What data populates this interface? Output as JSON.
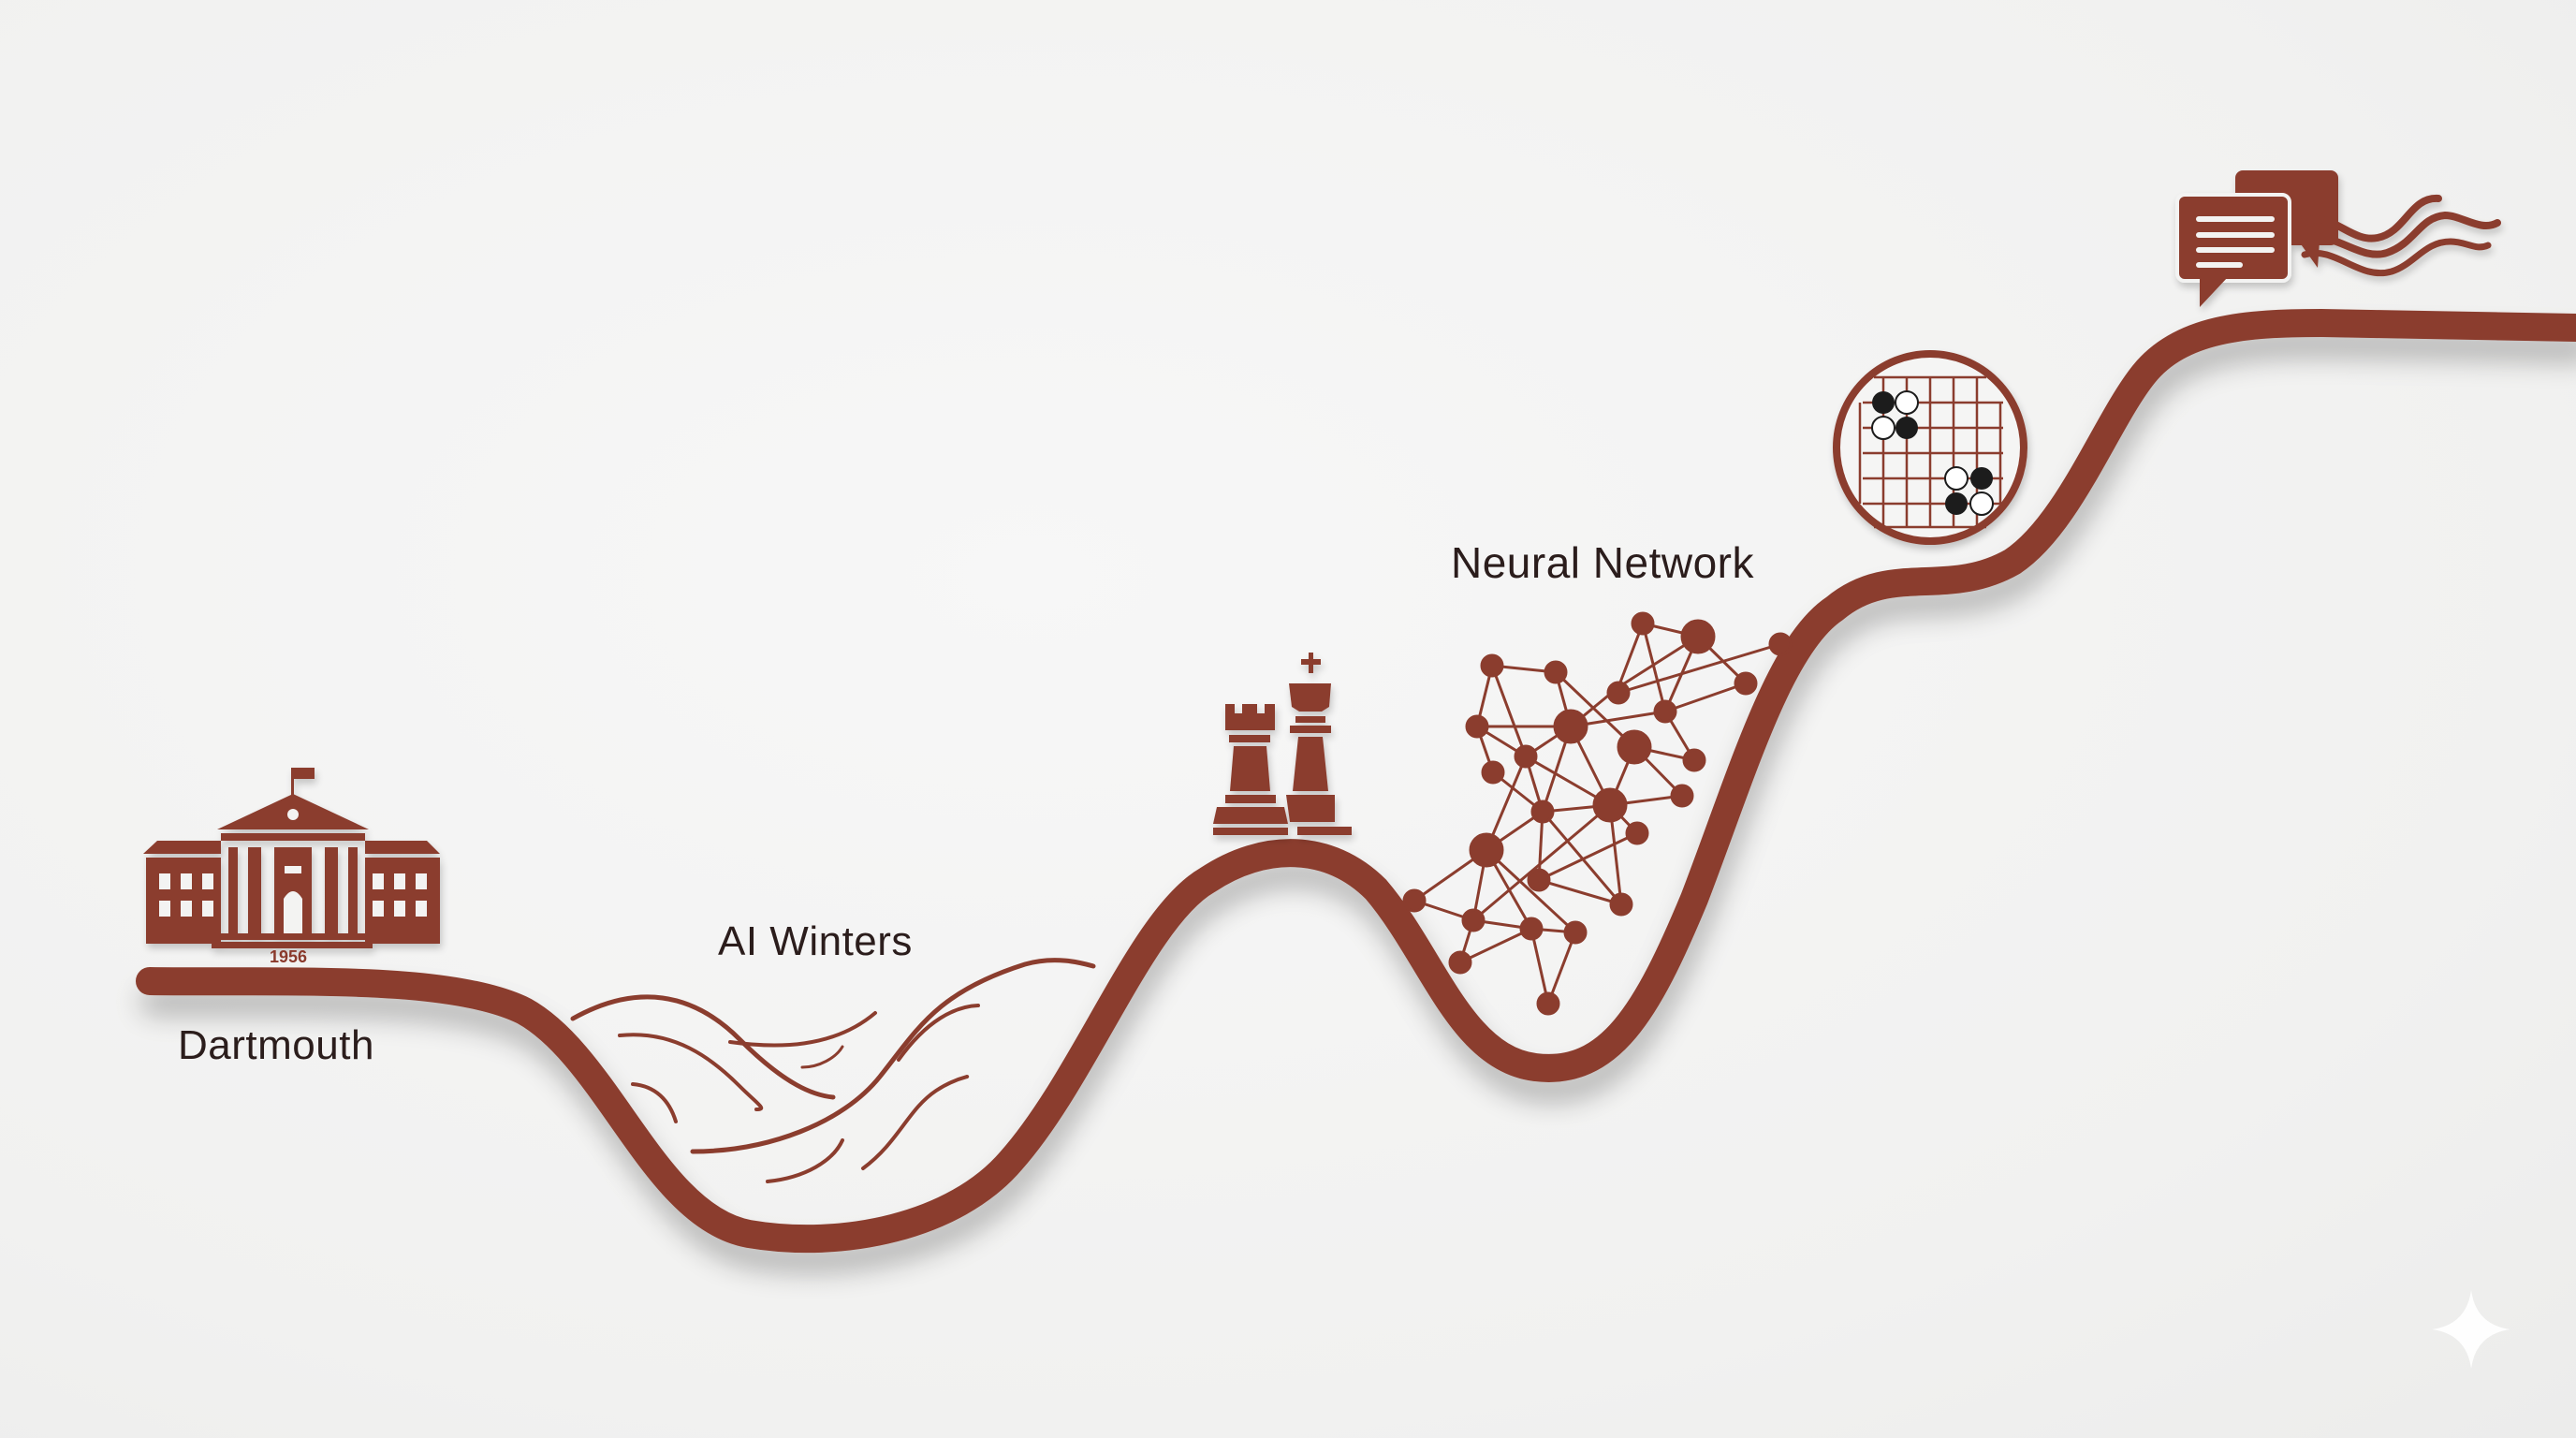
{
  "diagram": {
    "type": "timeline-curve",
    "accent_color": "#8b3d2e",
    "text_color": "#2b1d1c",
    "background_color": "#f3f3f2",
    "milestones": [
      {
        "id": "dartmouth",
        "label": "Dartmouth",
        "year": "1956",
        "icon": "university-building-icon"
      },
      {
        "id": "ai-winters",
        "label": "AI Winters",
        "icon": "wind-swirl-icon"
      },
      {
        "id": "chess",
        "label": "",
        "icon": "chess-pieces-icon"
      },
      {
        "id": "neural-network",
        "label": "Neural Network",
        "icon": "neural-network-icon"
      },
      {
        "id": "go",
        "label": "",
        "icon": "go-board-icon"
      },
      {
        "id": "language-models",
        "label": "",
        "icon": "chat-bubbles-icon"
      }
    ],
    "watermark": "sparkle-icon"
  }
}
